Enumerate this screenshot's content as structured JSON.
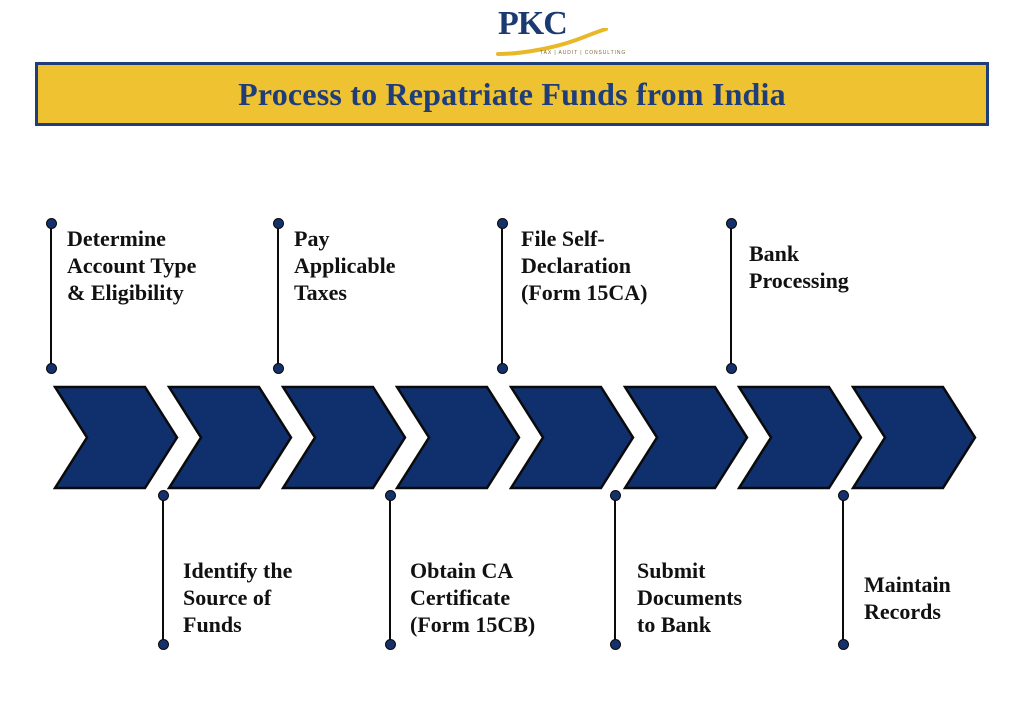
{
  "logo": {
    "wordmark": "PKC",
    "tagline": "TAX  |  AUDIT  |  CONSULTING",
    "brand_navy": "#1b3a72",
    "brand_gold": "#e8b828"
  },
  "title": {
    "text": "Process to Repatriate Funds from India",
    "background": "#eec231",
    "border_color": "#1f3d79",
    "text_color": "#1f3d79"
  },
  "flow": {
    "chevron_count": 8,
    "chevron_fill": "#0f2f6d",
    "chevron_stroke": "#0a0a0a",
    "connector_dot_color": "#16306b",
    "connector_line_color": "#0b0b0b",
    "steps": [
      {
        "index": 1,
        "label": "Determine\nAccount Type\n& Eligibility",
        "position": "top"
      },
      {
        "index": 2,
        "label": "Identify the\nSource of\nFunds",
        "position": "bottom"
      },
      {
        "index": 3,
        "label": "Pay\nApplicable\nTaxes",
        "position": "top"
      },
      {
        "index": 4,
        "label": "Obtain CA\nCertificate\n(Form 15CB)",
        "position": "bottom"
      },
      {
        "index": 5,
        "label": "File Self-\nDeclaration\n(Form 15CA)",
        "position": "top"
      },
      {
        "index": 6,
        "label": "Submit\nDocuments\nto Bank",
        "position": "bottom"
      },
      {
        "index": 7,
        "label": "Bank\nProcessing",
        "position": "top"
      },
      {
        "index": 8,
        "label": "Maintain\nRecords",
        "position": "bottom"
      }
    ]
  }
}
